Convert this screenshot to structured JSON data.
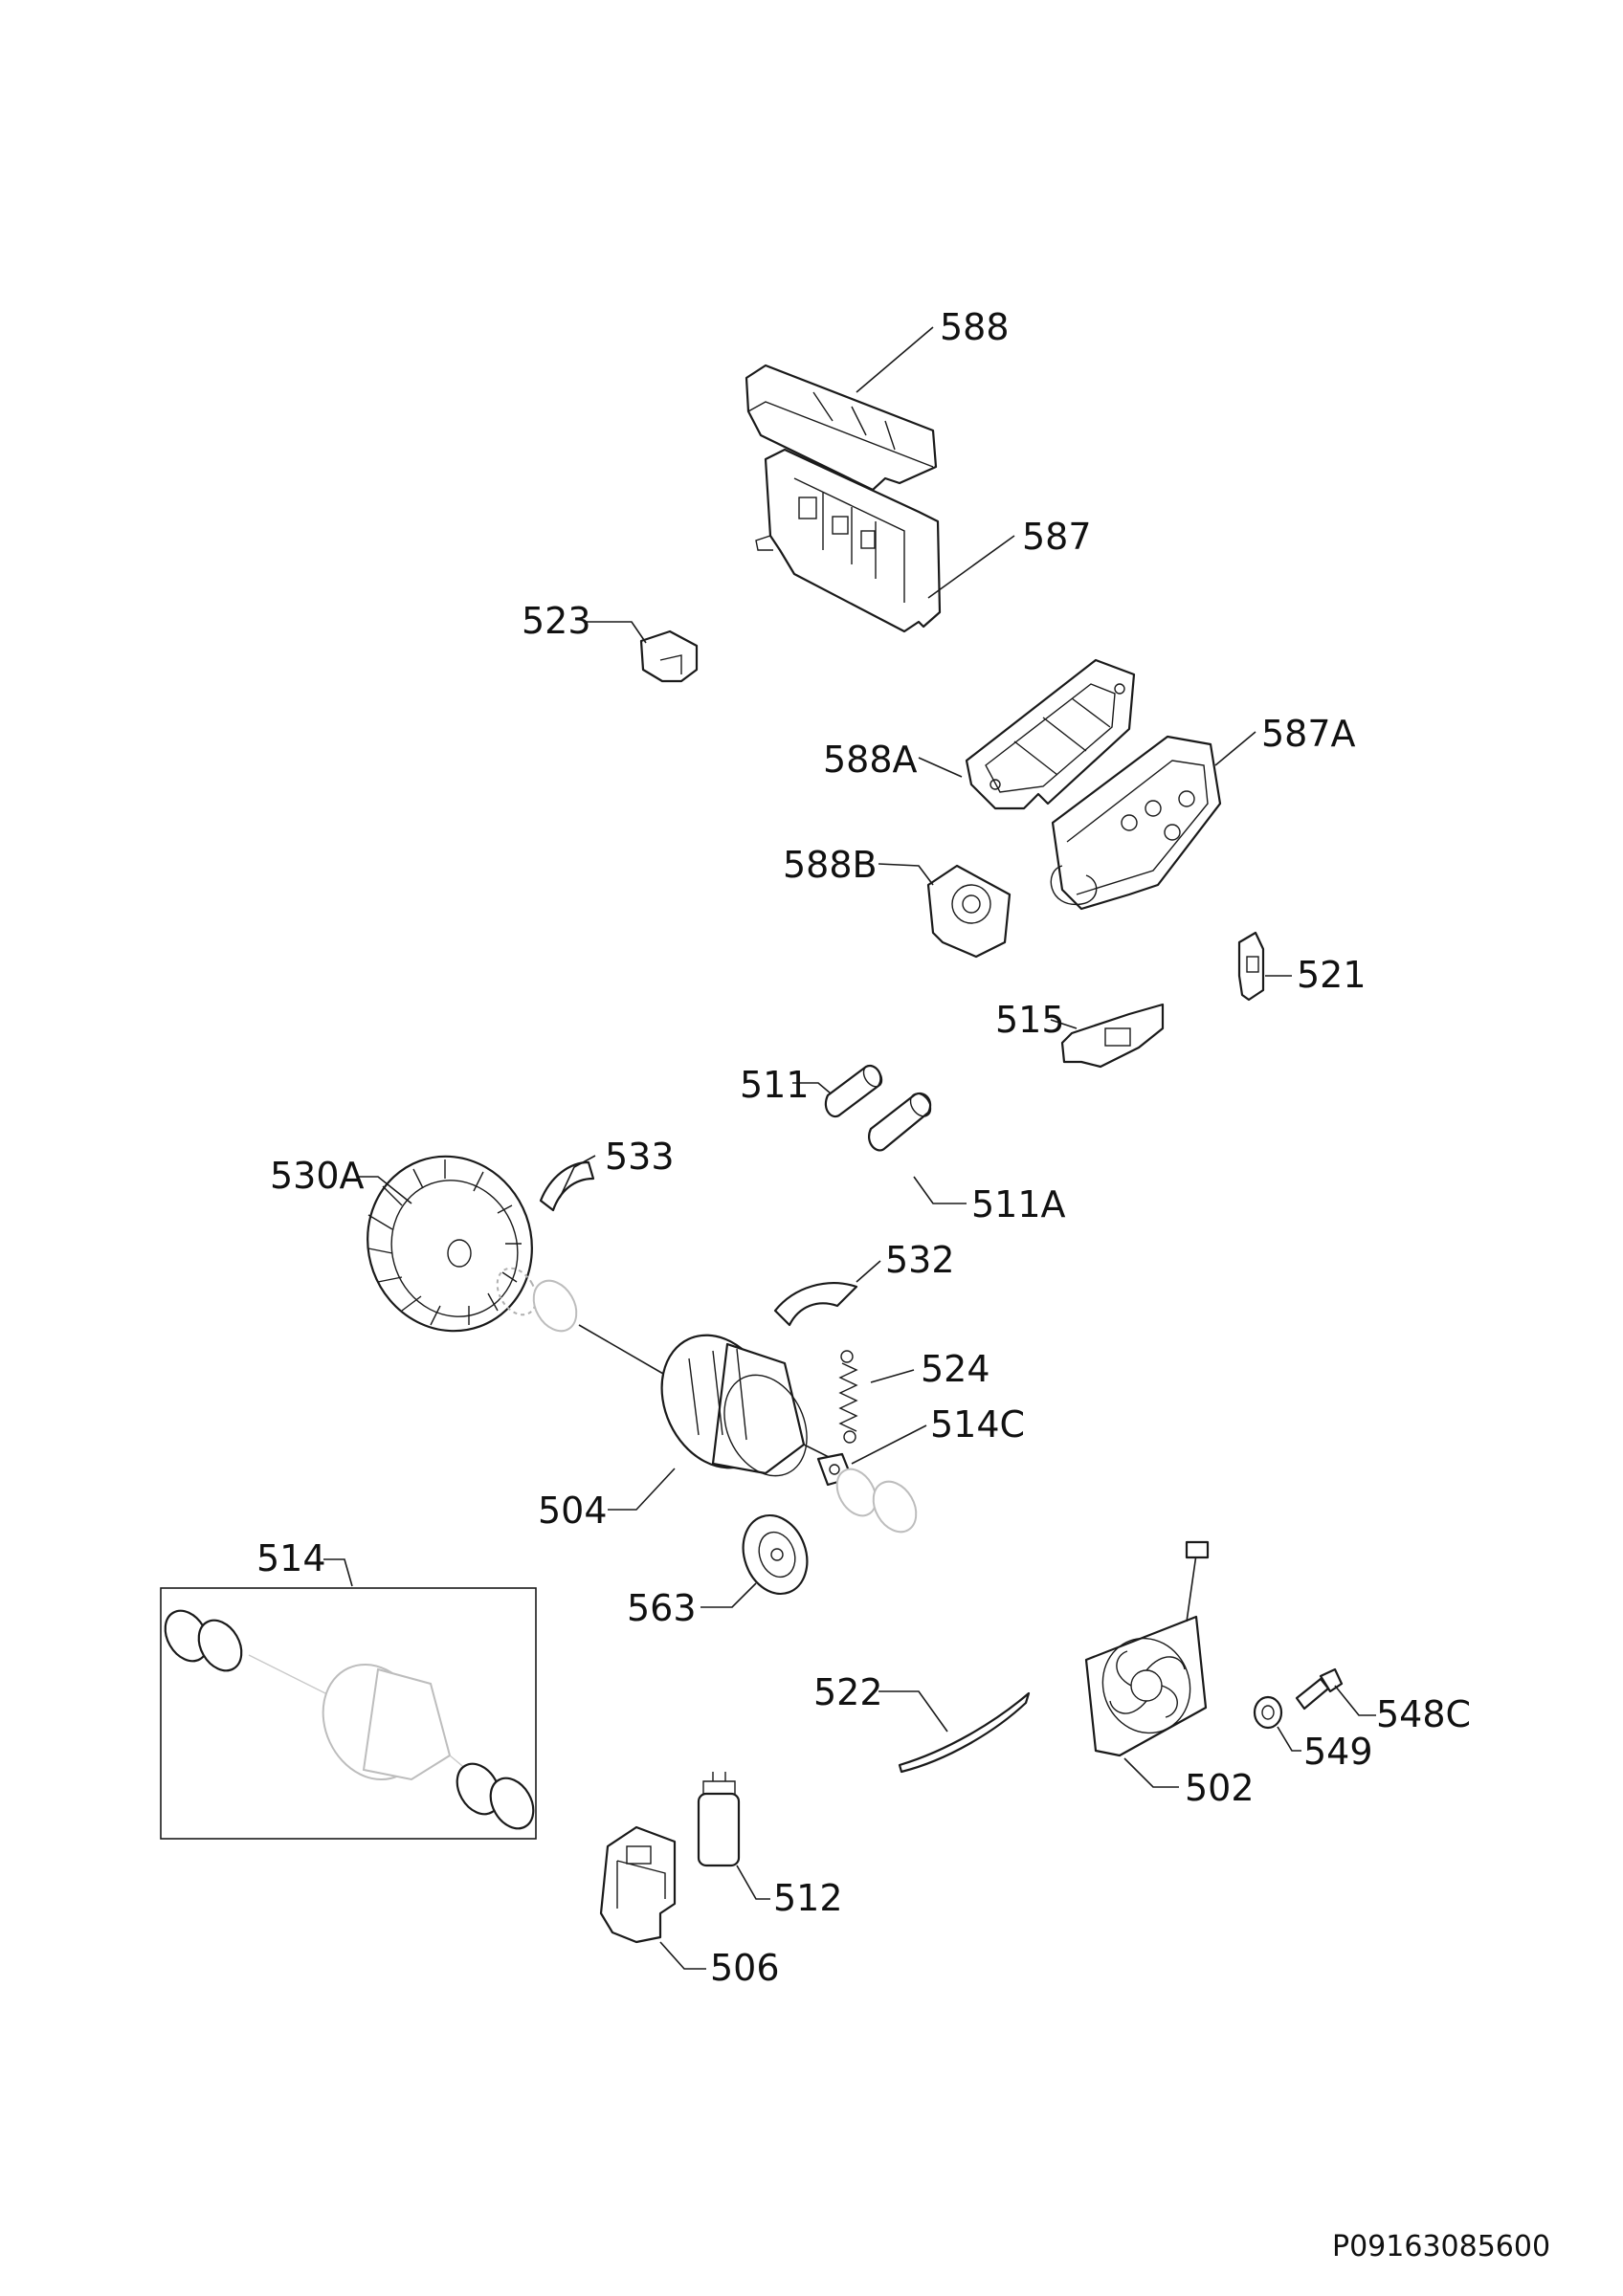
{
  "callouts": [
    {
      "id": "588",
      "label": "588"
    },
    {
      "id": "587",
      "label": "587"
    },
    {
      "id": "523",
      "label": "523"
    },
    {
      "id": "588A",
      "label": "588A"
    },
    {
      "id": "587A",
      "label": "587A"
    },
    {
      "id": "588B",
      "label": "588B"
    },
    {
      "id": "521",
      "label": "521"
    },
    {
      "id": "515",
      "label": "515"
    },
    {
      "id": "511",
      "label": "511"
    },
    {
      "id": "511A",
      "label": "511A"
    },
    {
      "id": "530A",
      "label": "530A"
    },
    {
      "id": "533",
      "label": "533"
    },
    {
      "id": "532",
      "label": "532"
    },
    {
      "id": "524",
      "label": "524"
    },
    {
      "id": "514C",
      "label": "514C"
    },
    {
      "id": "504",
      "label": "504"
    },
    {
      "id": "514",
      "label": "514"
    },
    {
      "id": "563",
      "label": "563"
    },
    {
      "id": "522",
      "label": "522"
    },
    {
      "id": "548C",
      "label": "548C"
    },
    {
      "id": "549",
      "label": "549"
    },
    {
      "id": "502",
      "label": "502"
    },
    {
      "id": "512",
      "label": "512"
    },
    {
      "id": "506",
      "label": "506"
    }
  ],
  "drawing_reference": "P09163085600"
}
